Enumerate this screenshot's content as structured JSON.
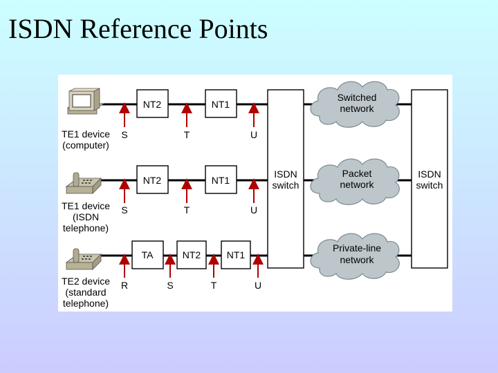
{
  "title": "ISDN Reference Points",
  "devices": [
    {
      "line1": "TE1 device",
      "line2": "(computer)",
      "line3": ""
    },
    {
      "line1": "TE1 device",
      "line2": "(ISDN",
      "line3": "telephone)"
    },
    {
      "line1": "TE2 device",
      "line2": "(standard",
      "line3": "telephone)"
    }
  ],
  "row1": {
    "box1": "NT2",
    "box2": "NT1",
    "ref1": "S",
    "ref2": "T",
    "ref3": "U"
  },
  "row2": {
    "box1": "NT2",
    "box2": "NT1",
    "ref1": "S",
    "ref2": "T",
    "ref3": "U"
  },
  "row3": {
    "box1": "TA",
    "box2": "NT2",
    "box3": "NT1",
    "ref1": "R",
    "ref2": "S",
    "ref3": "T",
    "ref4": "U"
  },
  "switches": {
    "left": {
      "line1": "ISDN",
      "line2": "switch"
    },
    "right": {
      "line1": "ISDN",
      "line2": "switch"
    }
  },
  "clouds": [
    {
      "line1": "Switched",
      "line2": "network"
    },
    {
      "line1": "Packet",
      "line2": "network"
    },
    {
      "line1": "Private-line",
      "line2": "network"
    }
  ],
  "colors": {
    "arrow": "#b00000",
    "cloud": "#bcc6cb",
    "background_top": "#ccffff",
    "background_bottom": "#ccccff"
  }
}
